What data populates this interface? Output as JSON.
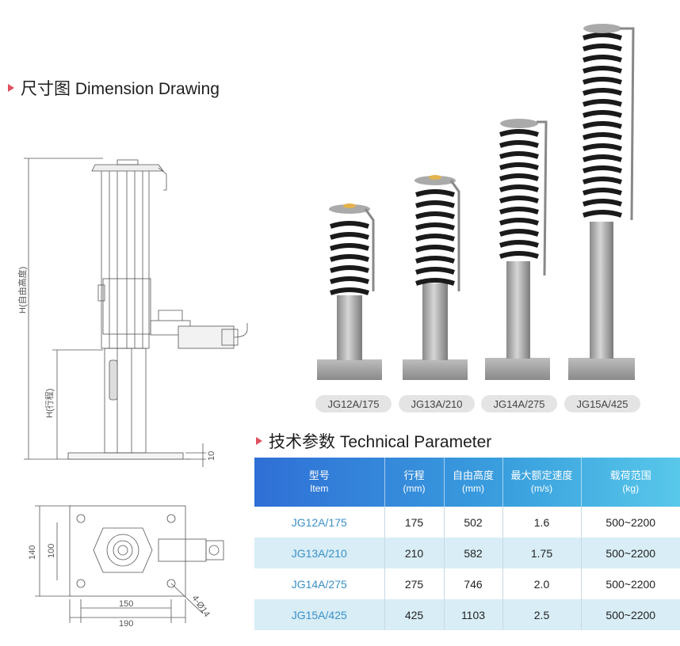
{
  "dimension_section": {
    "title": "尺寸图 Dimension Drawing",
    "labels": {
      "free_height": "H(自由高度)",
      "stroke": "H(行程)",
      "bottom_gap": "10",
      "height_140": "140",
      "height_100": "100",
      "width_150": "150",
      "width_190": "190",
      "hole": "4-Ø14"
    }
  },
  "models": [
    "JG12A/175",
    "JG13A/210",
    "JG14A/275",
    "JG15A/425"
  ],
  "parameter_section": {
    "title": "技术参数 Technical Parameter",
    "headers": [
      {
        "cn": "型号",
        "en": "Item"
      },
      {
        "cn": "行程",
        "en": "(mm)"
      },
      {
        "cn": "自由高度",
        "en": "(mm)"
      },
      {
        "cn": "最大额定速度",
        "en": "(m/s)"
      },
      {
        "cn": "载荷范围",
        "en": "(kg)"
      }
    ],
    "rows": [
      [
        "JG12A/175",
        "175",
        "502",
        "1.6",
        "500~2200"
      ],
      [
        "JG13A/210",
        "210",
        "582",
        "1.75",
        "500~2200"
      ],
      [
        "JG14A/275",
        "275",
        "746",
        "2.0",
        "500~2200"
      ],
      [
        "JG15A/425",
        "425",
        "1103",
        "2.5",
        "500~2200"
      ]
    ]
  },
  "colors": {
    "accent_triangle": "#e0505e",
    "header_gradient_start": "#2f6fd6",
    "header_gradient_end": "#58c8ea",
    "model_text": "#3a90c8",
    "alt_row": "#d8edf6"
  }
}
